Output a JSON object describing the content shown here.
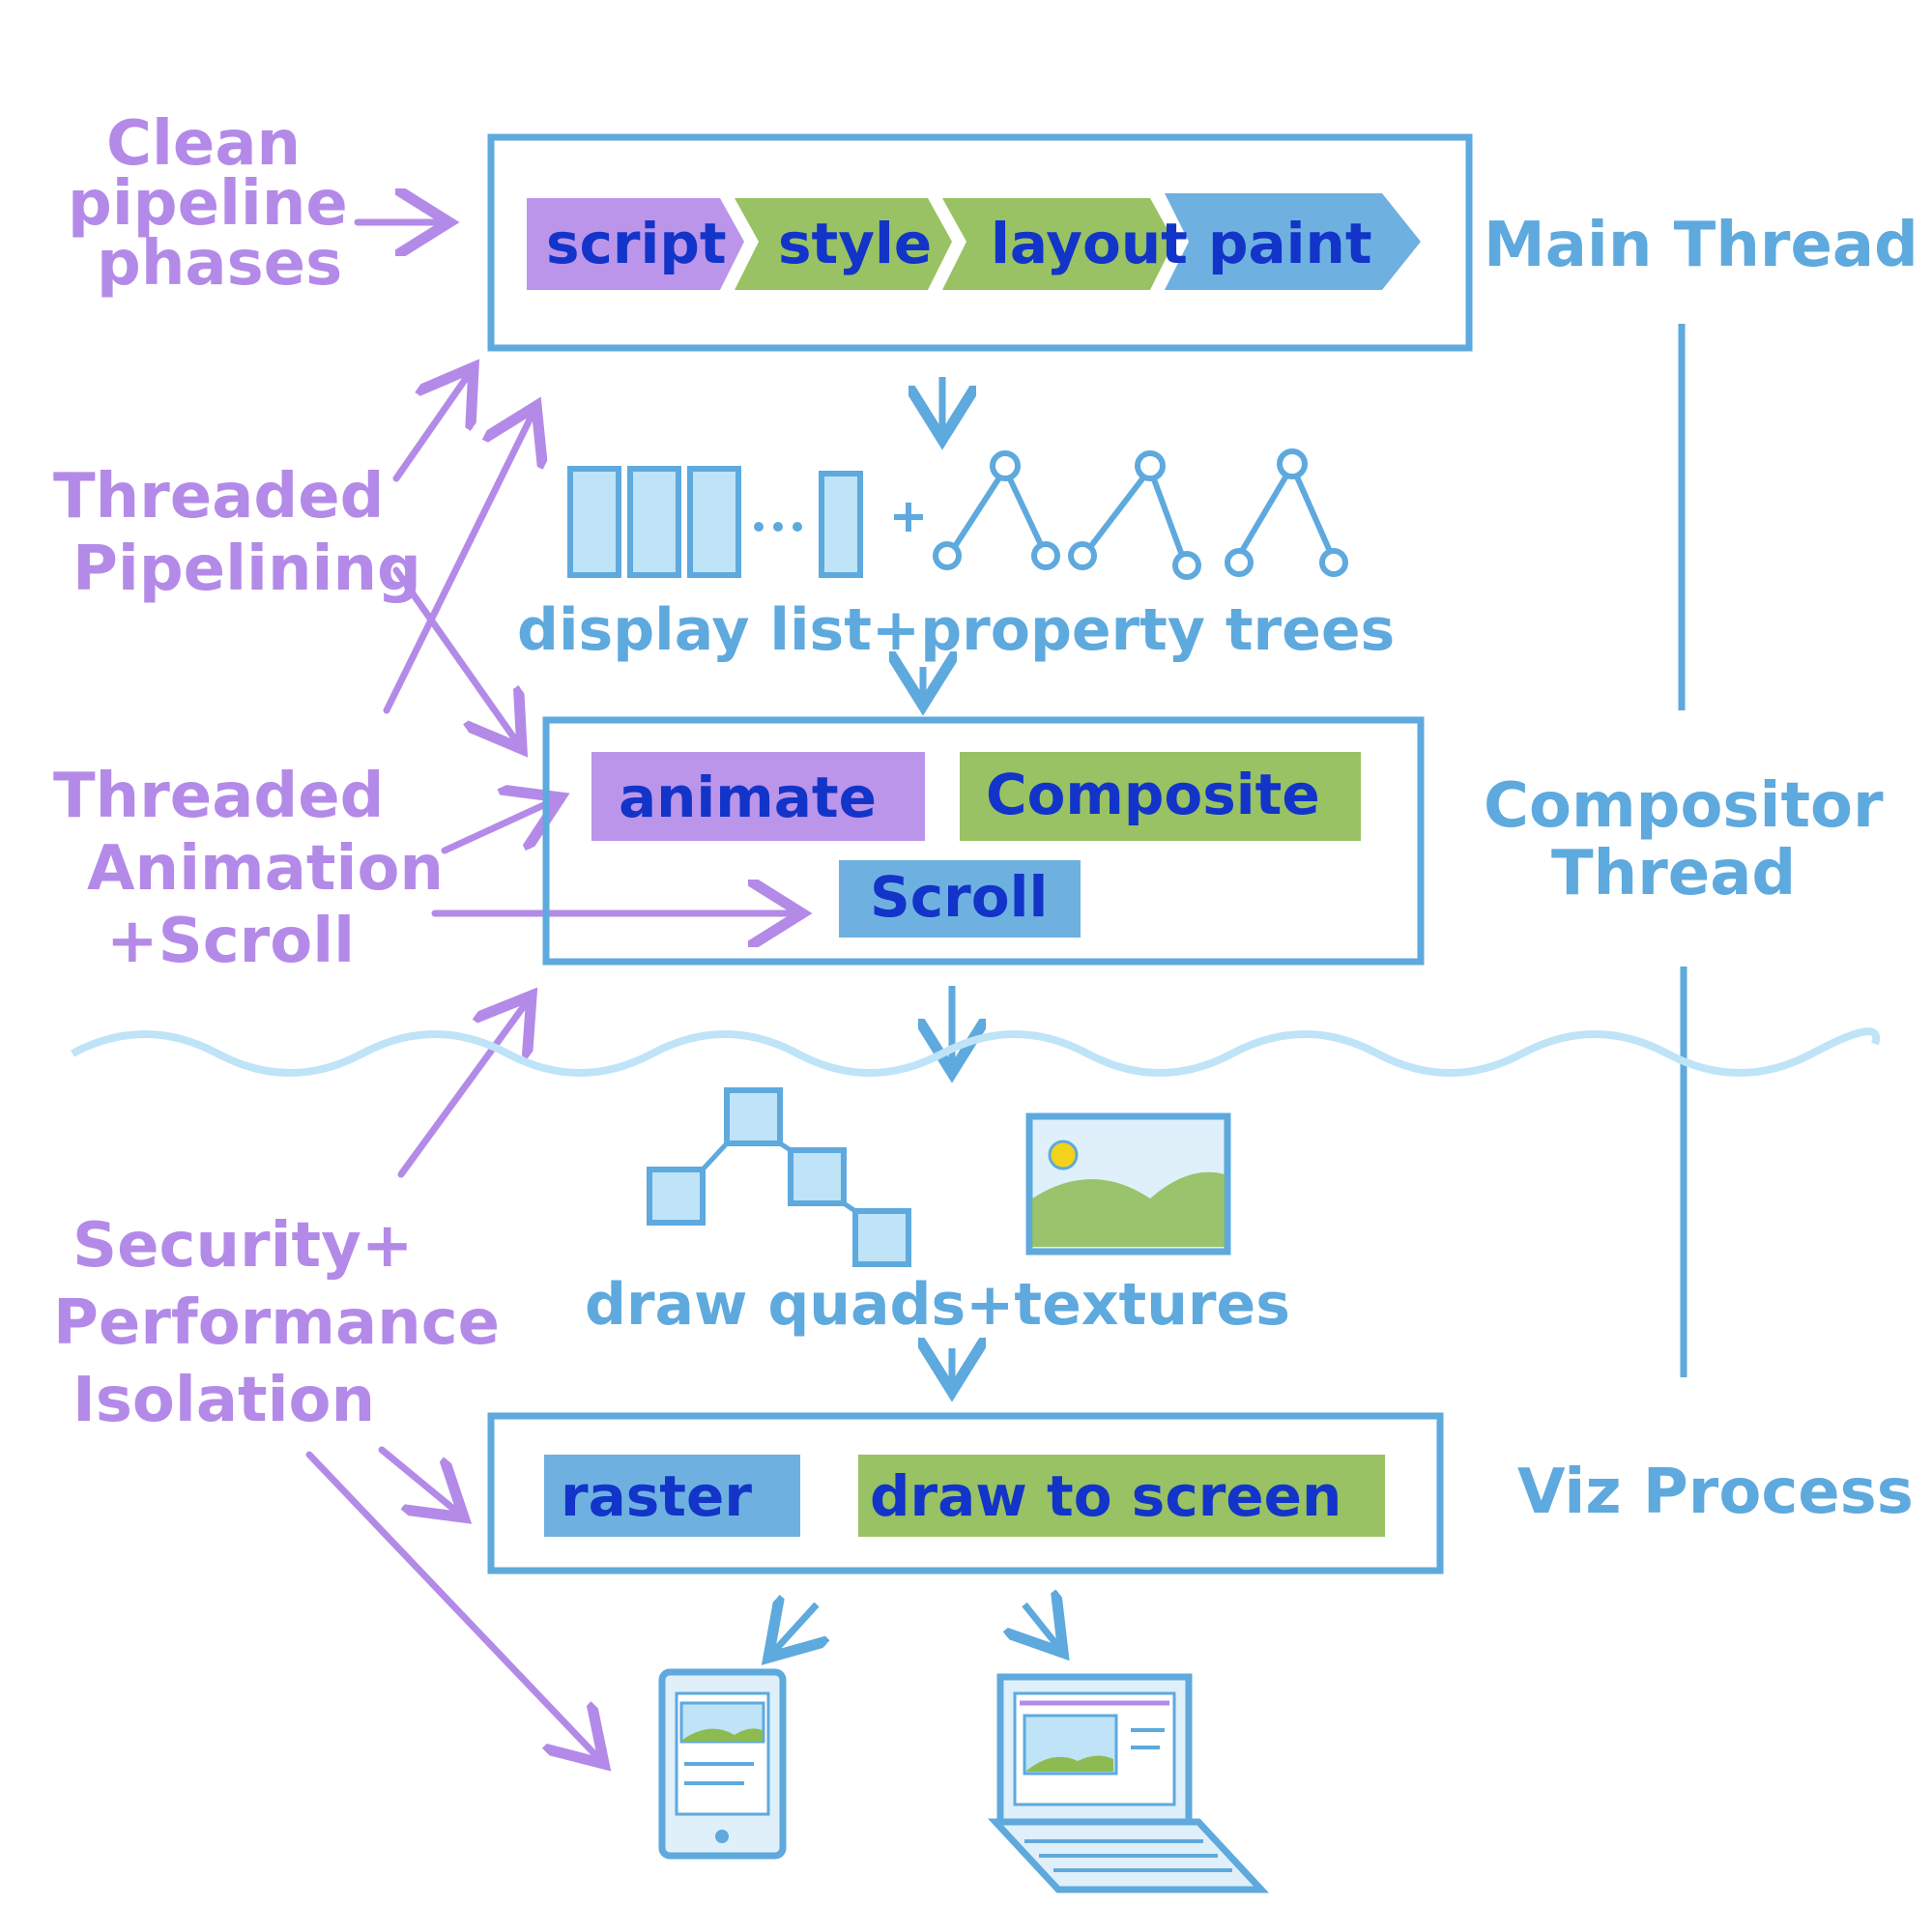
{
  "left_labels": {
    "clean": [
      "Clean",
      "pipeline",
      "phases"
    ],
    "threaded_pipelining": [
      "Threaded",
      "Pipelining"
    ],
    "threaded_animation": [
      "Threaded",
      "Animation",
      "+Scroll"
    ],
    "security": [
      "Security+",
      "Performance",
      "Isolation"
    ]
  },
  "right_labels": {
    "main_thread": "Main Thread",
    "compositor_thread": [
      "Compositor",
      "Thread"
    ],
    "viz_process": "Viz Process"
  },
  "main_stages": [
    "script",
    "style",
    "layout",
    "paint"
  ],
  "compositor_stages": {
    "animate": "animate",
    "composite": "Composite",
    "scroll": "Scroll"
  },
  "viz_stages": {
    "raster": "raster",
    "draw": "draw to screen"
  },
  "captions": {
    "display": "display list+property trees",
    "quads": "draw quads+textures"
  },
  "colors": {
    "purple": "#b48ae8",
    "green": "#8dbb52",
    "blue": "#5ea9dd",
    "light_blue": "#bfe3f7",
    "text_dark_blue": "#1234c8"
  }
}
